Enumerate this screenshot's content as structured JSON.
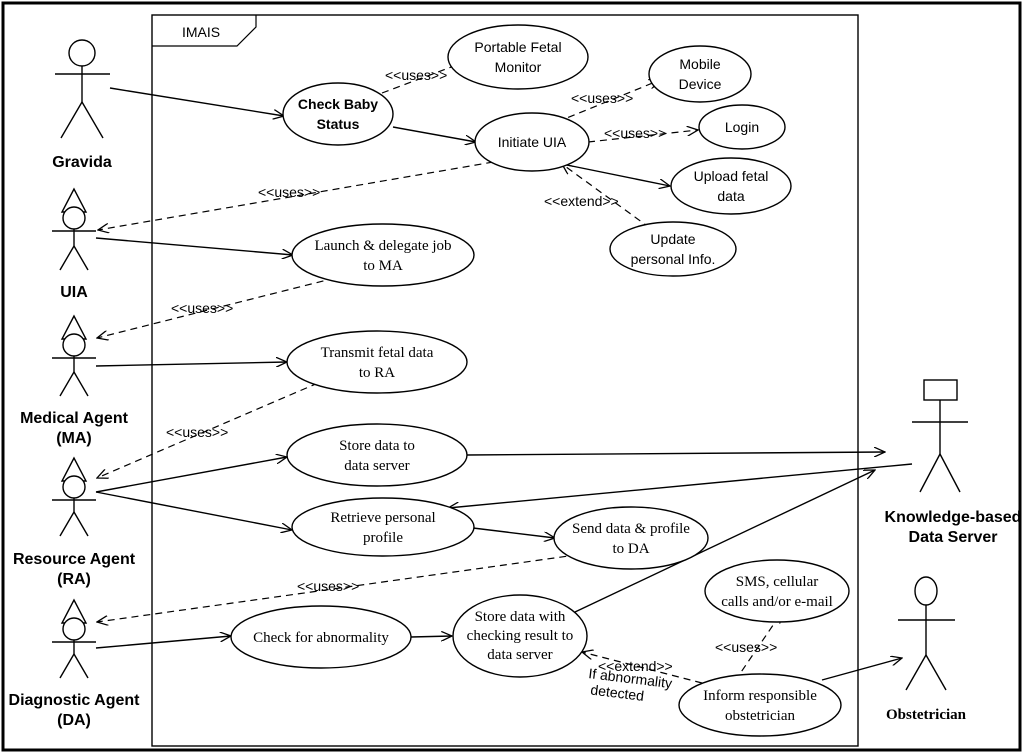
{
  "system": {
    "name": "IMAIS"
  },
  "actors": {
    "gravida": "Gravida",
    "uia": "UIA",
    "ma": [
      "Medical Agent",
      "(MA)"
    ],
    "ra": [
      "Resource Agent",
      "(RA)"
    ],
    "da": [
      "Diagnostic Agent",
      "(DA)"
    ],
    "kbs": [
      "Knowledge-based",
      "Data Server"
    ],
    "obstetrician": "Obstetrician"
  },
  "use_cases": {
    "check_baby_status": [
      "Check Baby",
      "Status"
    ],
    "portable_fetal_monitor": [
      "Portable Fetal",
      "Monitor"
    ],
    "initiate_uia": "Initiate UIA",
    "mobile_device": [
      "Mobile",
      "Device"
    ],
    "login": "Login",
    "upload_fetal_data": [
      "Upload fetal",
      "data"
    ],
    "update_personal_info": [
      "Update",
      "personal Info."
    ],
    "launch_delegate": [
      "Launch & delegate job",
      "to MA"
    ],
    "transmit_fetal": [
      "Transmit fetal data",
      "to RA"
    ],
    "store_data": [
      "Store data to",
      "data server"
    ],
    "retrieve_profile": [
      "Retrieve personal",
      "profile"
    ],
    "send_data_profile": [
      "Send data & profile",
      "to DA"
    ],
    "check_abnormality": "Check for abnormality",
    "store_with_result": [
      "Store data with",
      "checking result to",
      "data server"
    ],
    "sms_calls": [
      "SMS, cellular",
      "calls and/or e-mail"
    ],
    "inform_obstetrician": [
      "Inform responsible",
      "obstetrician"
    ]
  },
  "relations": {
    "uses": "<<uses>>",
    "extend": "<<extend>>",
    "condition": [
      "If abnormality",
      "detected"
    ]
  }
}
